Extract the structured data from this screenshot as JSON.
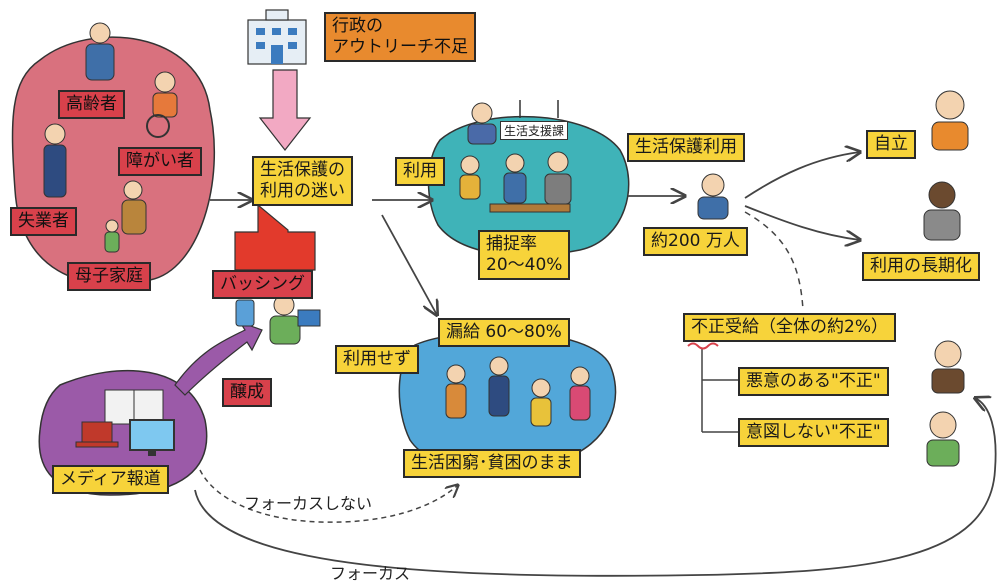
{
  "groups": {
    "elderly": "高齢者",
    "disabled": "障がい者",
    "unemployed": "失業者",
    "single_mother": "母子家庭"
  },
  "admin": "行政の\nアウトリーチ不足",
  "hesitation": "生活保護の\n利用の迷い",
  "bashing": "バッシング",
  "fostering": "醸成",
  "media": "メディア報道",
  "use": "利用",
  "office_sign": "生活支援課",
  "capture_rate": "捕捉率\n20～40%",
  "no_use": "利用せず",
  "leak_rate": "漏給 60～80%",
  "poverty": "生活困窮･貧困のまま",
  "welfare_use": "生活保護利用",
  "count": "約200 万人",
  "independence": "自立",
  "long_term": "利用の長期化",
  "fraud": "不正受給（全体の約2%）",
  "malicious": "悪意のある\"不正\"",
  "unintended": "意図しない\"不正\"",
  "no_focus": "フォーカスしない",
  "focus": "フォーカス",
  "colors": {
    "groups_blob": "#d9717e",
    "media_blob": "#9b5aa8",
    "office_blob": "#3fb3b8",
    "poverty_blob": "#52a7d9",
    "label": "#f7d33a",
    "red_label": "#d8414b",
    "pink_arrow": "#f2a9c3",
    "red_arrow": "#e23a2c"
  }
}
